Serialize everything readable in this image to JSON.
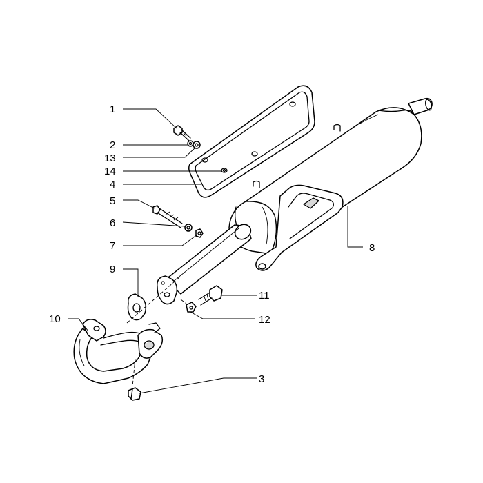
{
  "callouts": [
    {
      "id": "c1",
      "text": "1"
    },
    {
      "id": "c2",
      "text": "2"
    },
    {
      "id": "c13",
      "text": "13"
    },
    {
      "id": "c14",
      "text": "14"
    },
    {
      "id": "c4",
      "text": "4"
    },
    {
      "id": "c5",
      "text": "5"
    },
    {
      "id": "c6",
      "text": "6"
    },
    {
      "id": "c7",
      "text": "7"
    },
    {
      "id": "c9",
      "text": "9"
    },
    {
      "id": "c10",
      "text": "10"
    },
    {
      "id": "c8",
      "text": "8"
    },
    {
      "id": "c11",
      "text": "11"
    },
    {
      "id": "c12",
      "text": "12"
    },
    {
      "id": "c3",
      "text": "3"
    }
  ]
}
